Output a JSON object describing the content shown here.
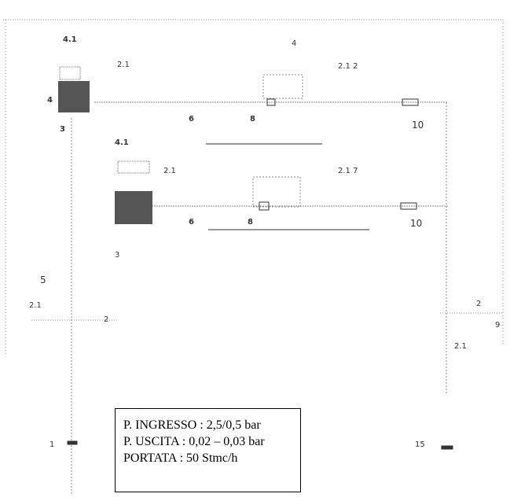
{
  "labels": {
    "title_4": "4",
    "l_4_1_top": "4.1",
    "l_21_top": "2.1",
    "l_4_top": "4",
    "l_21_2_top": "2.1  2",
    "l_6_top": "6",
    "l_8_top": "8",
    "l_10_top": "10",
    "l_3_top": "3",
    "l_4_1_mid": "4.1",
    "l_21_mid": "2.1",
    "l_21_7_mid": "2.1  7",
    "l_6_mid": "6",
    "l_8_mid": "8",
    "l_10_mid": "10",
    "l_3_mid": "3",
    "l_5": "5",
    "l_21_left": "2.1",
    "l_2_left": "2",
    "l_2_right": "2",
    "l_9": "9",
    "l_21_right": "2.1",
    "l_1": "1",
    "l_15": "15"
  },
  "spec": {
    "ingresso": "P. INGRESSO : 2,5/0,5 bar",
    "uscita": "P. USCITA : 0,02 – 0,03 bar",
    "portata": "PORTATA : 50 Stmc/h"
  }
}
